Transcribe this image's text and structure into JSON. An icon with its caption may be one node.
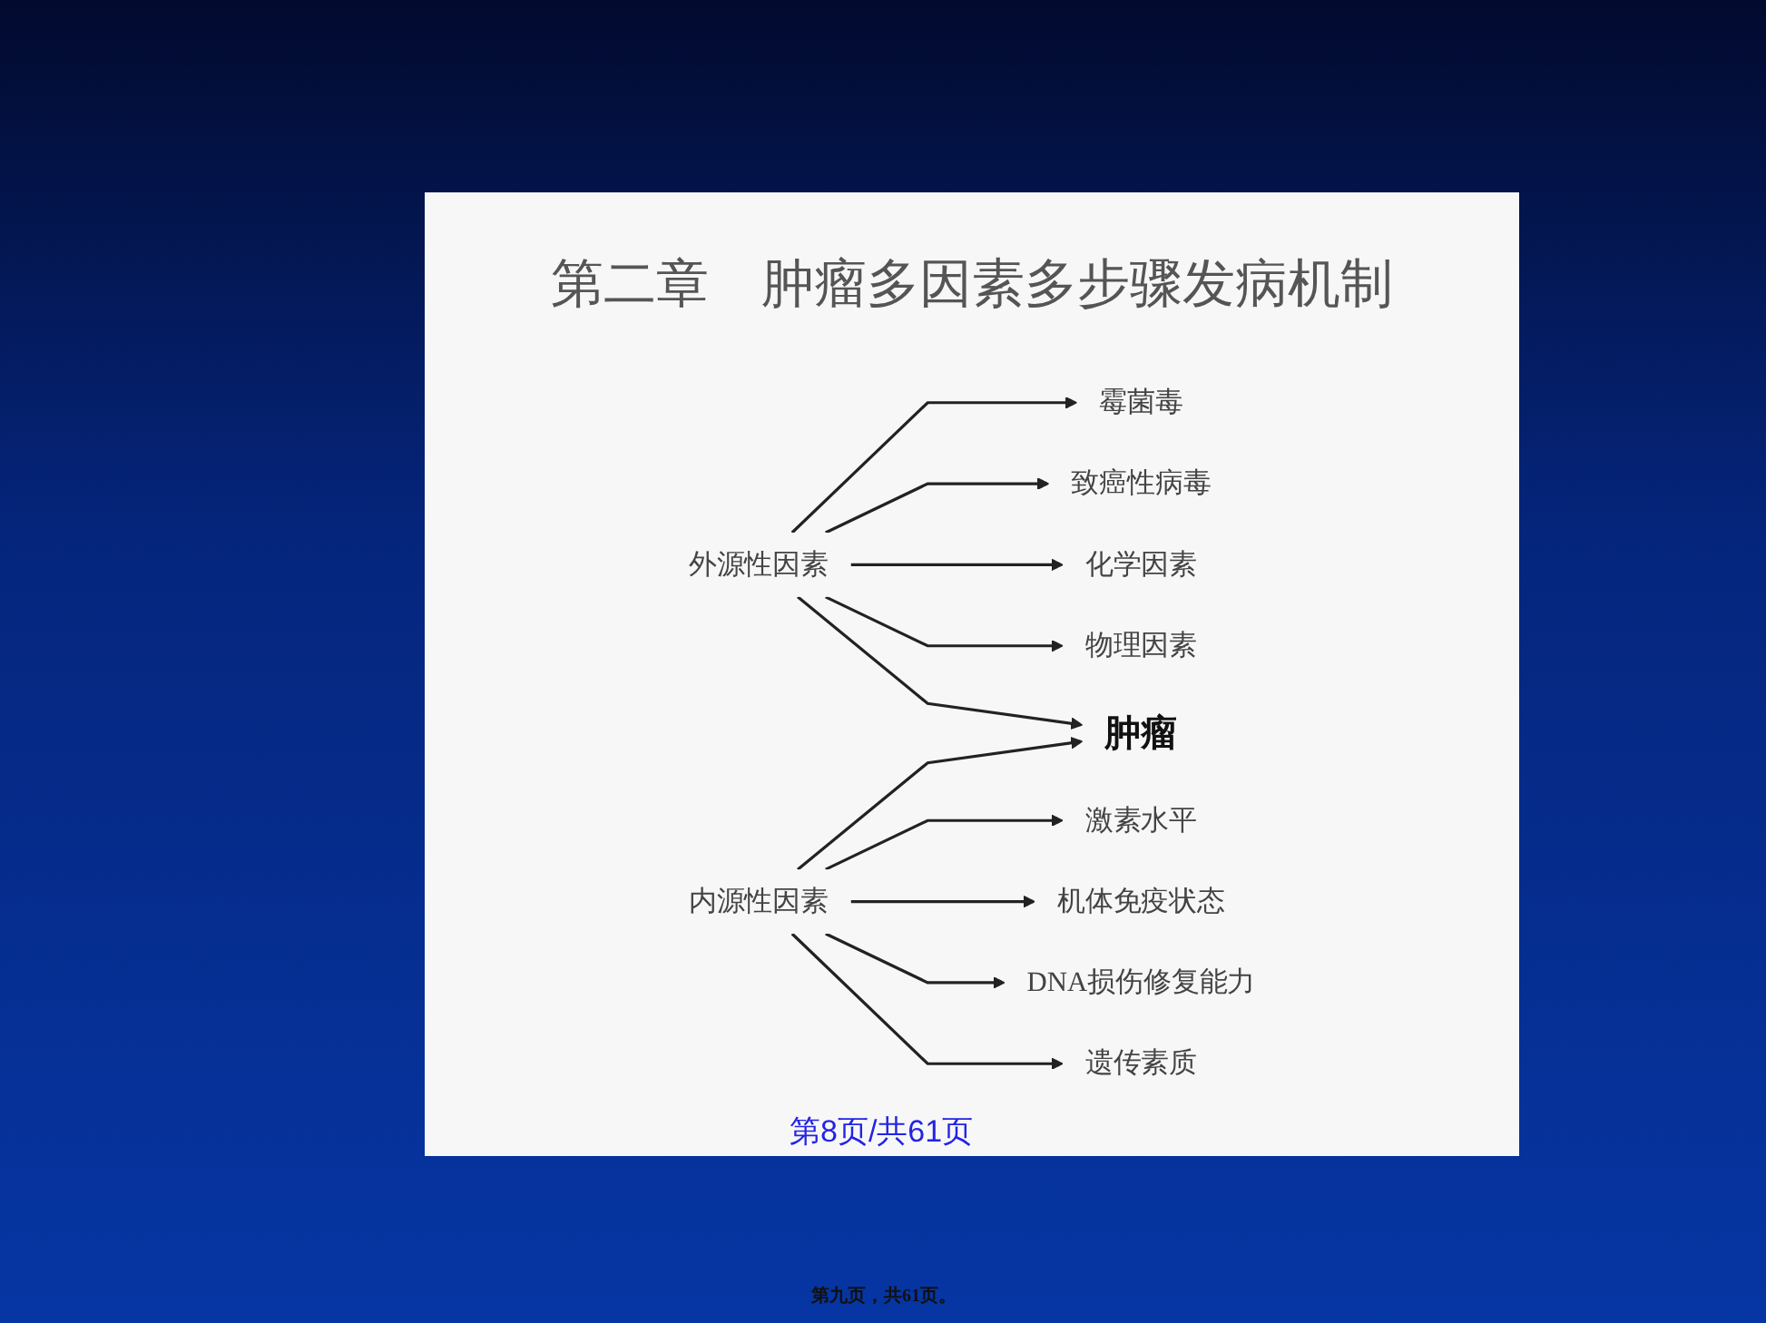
{
  "diagram": {
    "title": "第二章　肿瘤多因素多步骤发病机制",
    "nodes": [
      {
        "text": [
          "霉菌毒"
        ]
      },
      {
        "text": [
          "外源性因素"
        ]
      },
      {
        "text": [
          "致癌性病毒"
        ]
      },
      {
        "text": [
          "化学因素"
        ]
      },
      {
        "text": [
          "物理因素"
        ]
      },
      {
        "text": [
          "肿瘤"
        ]
      },
      {
        "text": [
          "激素水平"
        ]
      },
      {
        "text": [
          "内源性因素"
        ]
      },
      {
        "text": [
          "机体免疫状态"
        ]
      },
      {
        "text": [
          "DNA损伤修复能力"
        ]
      },
      {
        "text": [
          "遗传素质"
        ]
      }
    ],
    "edges": [
      {
        "from": 1,
        "to": 0,
        "arrow": "to"
      },
      {
        "from": 1,
        "to": 2,
        "arrow": "to"
      },
      {
        "from": 1,
        "to": 3,
        "arrow": "to"
      },
      {
        "from": 1,
        "to": 4,
        "arrow": "to"
      },
      {
        "from": 1,
        "to": 5,
        "arrow": "to"
      },
      {
        "from": 7,
        "to": 5,
        "arrow": "to"
      },
      {
        "from": 7,
        "to": 6,
        "arrow": "to"
      },
      {
        "from": 7,
        "to": 8,
        "arrow": "to"
      },
      {
        "from": 7,
        "to": 9,
        "arrow": "to"
      },
      {
        "from": 7,
        "to": 10,
        "arrow": "to"
      }
    ],
    "labels": [
      "第8页/共61页",
      "第九页，共61页。"
    ]
  }
}
